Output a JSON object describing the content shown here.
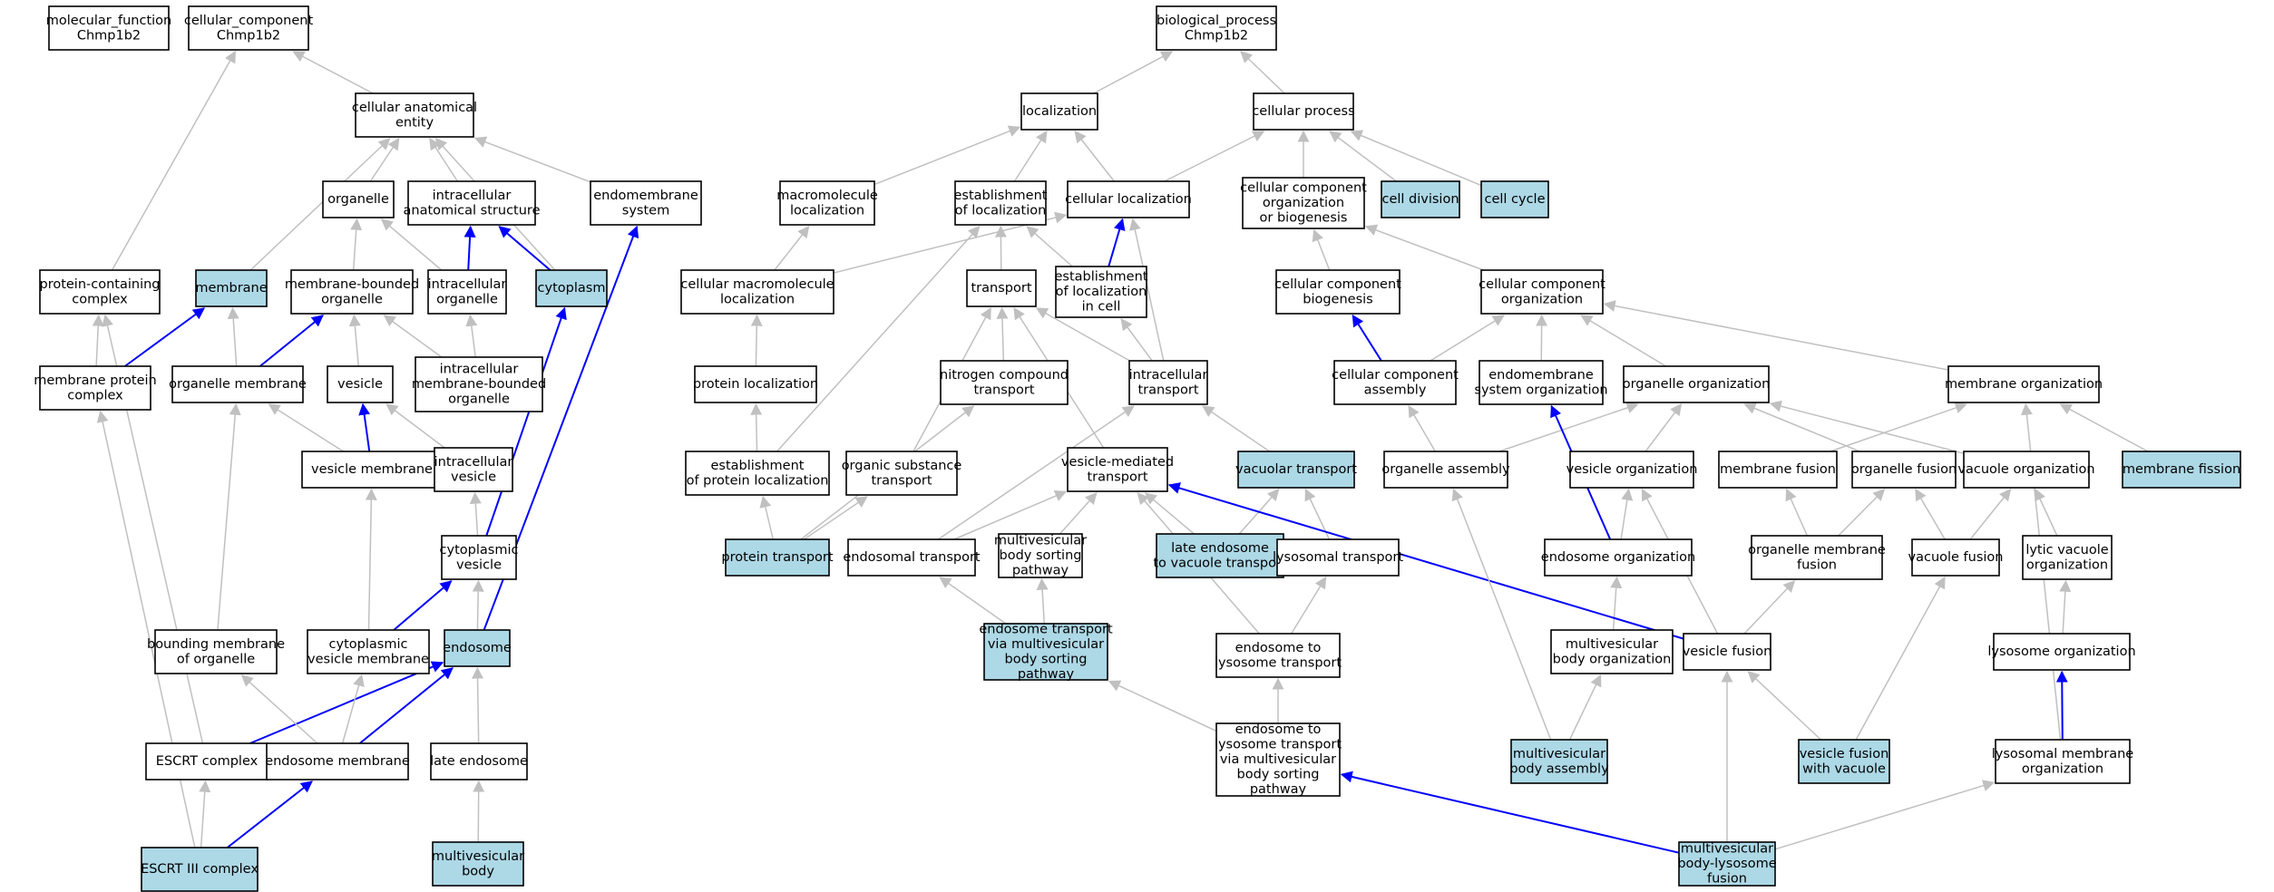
{
  "colors": {
    "highlight_fill": "#add8e6",
    "plain_fill": "#ffffff",
    "border": "#000000",
    "gray_edge": "#c0c0c0",
    "blue_edge": "#0000ff"
  },
  "nodes": [
    {
      "id": "mf",
      "lines": [
        "molecular_function",
        "Chmp1b2"
      ],
      "hl": false
    },
    {
      "id": "cc",
      "lines": [
        "cellular_component",
        "Chmp1b2"
      ],
      "hl": false
    },
    {
      "id": "bp",
      "lines": [
        "biological_process",
        "Chmp1b2"
      ],
      "hl": false
    },
    {
      "id": "cae",
      "lines": [
        "cellular anatomical",
        "entity"
      ],
      "hl": false
    },
    {
      "id": "organelle",
      "lines": [
        "organelle"
      ],
      "hl": false
    },
    {
      "id": "ias",
      "lines": [
        "intracellular",
        "anatomical structure"
      ],
      "hl": false
    },
    {
      "id": "endosys",
      "lines": [
        "endomembrane",
        "system"
      ],
      "hl": false
    },
    {
      "id": "pcc",
      "lines": [
        "protein-containing",
        "complex"
      ],
      "hl": false
    },
    {
      "id": "membrane",
      "lines": [
        "membrane"
      ],
      "hl": true
    },
    {
      "id": "mbo",
      "lines": [
        "membrane-bounded",
        "organelle"
      ],
      "hl": false
    },
    {
      "id": "io",
      "lines": [
        "intracellular",
        "organelle"
      ],
      "hl": false
    },
    {
      "id": "cytoplasm",
      "lines": [
        "cytoplasm"
      ],
      "hl": true
    },
    {
      "id": "mpc",
      "lines": [
        "membrane protein",
        "complex"
      ],
      "hl": false
    },
    {
      "id": "om",
      "lines": [
        "organelle membrane"
      ],
      "hl": false
    },
    {
      "id": "vesicle",
      "lines": [
        "vesicle"
      ],
      "hl": false
    },
    {
      "id": "imbo",
      "lines": [
        "intracellular",
        "membrane-bounded",
        "organelle"
      ],
      "hl": false
    },
    {
      "id": "vm",
      "lines": [
        "vesicle membrane"
      ],
      "hl": false
    },
    {
      "id": "iv",
      "lines": [
        "intracellular",
        "vesicle"
      ],
      "hl": false
    },
    {
      "id": "cv",
      "lines": [
        "cytoplasmic",
        "vesicle"
      ],
      "hl": false
    },
    {
      "id": "bmo",
      "lines": [
        "bounding membrane",
        "of organelle"
      ],
      "hl": false
    },
    {
      "id": "cvm",
      "lines": [
        "cytoplasmic",
        "vesicle membrane"
      ],
      "hl": false
    },
    {
      "id": "endosome",
      "lines": [
        "endosome"
      ],
      "hl": true
    },
    {
      "id": "escrt",
      "lines": [
        "ESCRT complex"
      ],
      "hl": false
    },
    {
      "id": "em",
      "lines": [
        "endosome membrane"
      ],
      "hl": false
    },
    {
      "id": "le",
      "lines": [
        "late endosome"
      ],
      "hl": false
    },
    {
      "id": "escrt3",
      "lines": [
        "ESCRT III complex"
      ],
      "hl": true
    },
    {
      "id": "mvb",
      "lines": [
        "multivesicular",
        "body"
      ],
      "hl": true
    },
    {
      "id": "loc",
      "lines": [
        "localization"
      ],
      "hl": false
    },
    {
      "id": "cp",
      "lines": [
        "cellular process"
      ],
      "hl": false
    },
    {
      "id": "ml",
      "lines": [
        "macromolecule",
        "localization"
      ],
      "hl": false
    },
    {
      "id": "eol",
      "lines": [
        "establishment",
        "of localization"
      ],
      "hl": false
    },
    {
      "id": "cl",
      "lines": [
        "cellular localization"
      ],
      "hl": false
    },
    {
      "id": "ccob",
      "lines": [
        "cellular component",
        "organization",
        "or biogenesis"
      ],
      "hl": false
    },
    {
      "id": "celldiv",
      "lines": [
        "cell division"
      ],
      "hl": true
    },
    {
      "id": "cellcycle",
      "lines": [
        "cell cycle"
      ],
      "hl": true
    },
    {
      "id": "cml",
      "lines": [
        "cellular macromolecule",
        "localization"
      ],
      "hl": false
    },
    {
      "id": "transport",
      "lines": [
        "transport"
      ],
      "hl": false
    },
    {
      "id": "elc",
      "lines": [
        "establishment",
        "of localization",
        "in cell"
      ],
      "hl": false
    },
    {
      "id": "ccb",
      "lines": [
        "cellular component",
        "biogenesis"
      ],
      "hl": false
    },
    {
      "id": "cco",
      "lines": [
        "cellular component",
        "organization"
      ],
      "hl": false
    },
    {
      "id": "pl",
      "lines": [
        "protein localization"
      ],
      "hl": false
    },
    {
      "id": "nct",
      "lines": [
        "nitrogen compound",
        "transport"
      ],
      "hl": false
    },
    {
      "id": "it",
      "lines": [
        "intracellular",
        "transport"
      ],
      "hl": false
    },
    {
      "id": "cca",
      "lines": [
        "cellular component",
        "assembly"
      ],
      "hl": false
    },
    {
      "id": "eso",
      "lines": [
        "endomembrane",
        "system organization"
      ],
      "hl": false
    },
    {
      "id": "oo",
      "lines": [
        "organelle organization"
      ],
      "hl": false
    },
    {
      "id": "mo",
      "lines": [
        "membrane organization"
      ],
      "hl": false
    },
    {
      "id": "epl",
      "lines": [
        "establishment",
        "of protein localization"
      ],
      "hl": false
    },
    {
      "id": "ost",
      "lines": [
        "organic substance",
        "transport"
      ],
      "hl": false
    },
    {
      "id": "vmt",
      "lines": [
        "vesicle-mediated",
        "transport"
      ],
      "hl": false
    },
    {
      "id": "vt",
      "lines": [
        "vacuolar transport"
      ],
      "hl": true
    },
    {
      "id": "oa",
      "lines": [
        "organelle assembly"
      ],
      "hl": false
    },
    {
      "id": "vo",
      "lines": [
        "vesicle organization"
      ],
      "hl": false
    },
    {
      "id": "mfu",
      "lines": [
        "membrane fusion"
      ],
      "hl": false
    },
    {
      "id": "ofu",
      "lines": [
        "organelle fusion"
      ],
      "hl": false
    },
    {
      "id": "vacorg",
      "lines": [
        "vacuole organization"
      ],
      "hl": false
    },
    {
      "id": "mfi",
      "lines": [
        "membrane fission"
      ],
      "hl": true
    },
    {
      "id": "pt",
      "lines": [
        "protein transport"
      ],
      "hl": true
    },
    {
      "id": "et",
      "lines": [
        "endosomal transport"
      ],
      "hl": false
    },
    {
      "id": "mbsp",
      "lines": [
        "multivesicular",
        "body sorting",
        "pathway"
      ],
      "hl": false
    },
    {
      "id": "levt",
      "lines": [
        "late endosome",
        "to vacuole transport"
      ],
      "hl": true
    },
    {
      "id": "lt",
      "lines": [
        "lysosomal transport"
      ],
      "hl": false
    },
    {
      "id": "eorg",
      "lines": [
        "endosome organization"
      ],
      "hl": false
    },
    {
      "id": "omf",
      "lines": [
        "organelle membrane",
        "fusion"
      ],
      "hl": false
    },
    {
      "id": "vf",
      "lines": [
        "vacuole fusion"
      ],
      "hl": false
    },
    {
      "id": "lvo",
      "lines": [
        "lytic vacuole",
        "organization"
      ],
      "hl": false
    },
    {
      "id": "etmvb",
      "lines": [
        "endosome transport",
        "via multivesicular",
        "body sorting",
        "pathway"
      ],
      "hl": true
    },
    {
      "id": "elt",
      "lines": [
        "endosome to",
        "lysosome transport"
      ],
      "hl": false
    },
    {
      "id": "mbo2",
      "lines": [
        "multivesicular",
        "body organization"
      ],
      "hl": false
    },
    {
      "id": "vfu",
      "lines": [
        "vesicle fusion"
      ],
      "hl": false
    },
    {
      "id": "lo",
      "lines": [
        "lysosome organization"
      ],
      "hl": false
    },
    {
      "id": "eltmvb",
      "lines": [
        "endosome to",
        "lysosome transport",
        "via multivesicular",
        "body sorting",
        "pathway"
      ],
      "hl": false
    },
    {
      "id": "mba",
      "lines": [
        "multivesicular",
        "body assembly"
      ],
      "hl": true
    },
    {
      "id": "vfv",
      "lines": [
        "vesicle fusion",
        "with vacuole"
      ],
      "hl": true
    },
    {
      "id": "lmo",
      "lines": [
        "lysosomal membrane",
        "organization"
      ],
      "hl": false
    },
    {
      "id": "mblf",
      "lines": [
        "multivesicular",
        "body-lysosome",
        "fusion"
      ],
      "hl": true
    }
  ],
  "edges": [
    {
      "from": "cae",
      "to": "cc",
      "color": "gray"
    },
    {
      "from": "pcc",
      "to": "cc",
      "color": "gray"
    },
    {
      "from": "organelle",
      "to": "cae",
      "color": "gray"
    },
    {
      "from": "ias",
      "to": "cae",
      "color": "gray"
    },
    {
      "from": "endosys",
      "to": "cae",
      "color": "gray"
    },
    {
      "from": "membrane",
      "to": "cae",
      "color": "gray"
    },
    {
      "from": "cytoplasm",
      "to": "cae",
      "color": "gray"
    },
    {
      "from": "cytoplasm",
      "to": "ias",
      "color": "blue"
    },
    {
      "from": "io",
      "to": "ias",
      "color": "blue"
    },
    {
      "from": "io",
      "to": "organelle",
      "color": "gray"
    },
    {
      "from": "mbo",
      "to": "organelle",
      "color": "gray"
    },
    {
      "from": "mpc",
      "to": "membrane",
      "color": "blue"
    },
    {
      "from": "mpc",
      "to": "pcc",
      "color": "gray"
    },
    {
      "from": "om",
      "to": "mbo",
      "color": "blue"
    },
    {
      "from": "om",
      "to": "membrane",
      "color": "gray"
    },
    {
      "from": "vesicle",
      "to": "mbo",
      "color": "gray"
    },
    {
      "from": "imbo",
      "to": "mbo",
      "color": "gray"
    },
    {
      "from": "imbo",
      "to": "io",
      "color": "gray"
    },
    {
      "from": "vm",
      "to": "vesicle",
      "color": "blue"
    },
    {
      "from": "vm",
      "to": "om",
      "color": "gray"
    },
    {
      "from": "iv",
      "to": "vesicle",
      "color": "gray"
    },
    {
      "from": "cv",
      "to": "iv",
      "color": "gray"
    },
    {
      "from": "cv",
      "to": "cytoplasm",
      "color": "blue"
    },
    {
      "from": "bmo",
      "to": "om",
      "color": "gray"
    },
    {
      "from": "cvm",
      "to": "cv",
      "color": "blue"
    },
    {
      "from": "cvm",
      "to": "vm",
      "color": "gray"
    },
    {
      "from": "endosome",
      "to": "cv",
      "color": "gray"
    },
    {
      "from": "endosome",
      "to": "endosys",
      "color": "blue"
    },
    {
      "from": "escrt",
      "to": "endosome",
      "color": "blue"
    },
    {
      "from": "escrt",
      "to": "pcc",
      "color": "gray"
    },
    {
      "from": "em",
      "to": "endosome",
      "color": "blue"
    },
    {
      "from": "em",
      "to": "bmo",
      "color": "gray"
    },
    {
      "from": "em",
      "to": "cvm",
      "color": "gray"
    },
    {
      "from": "le",
      "to": "endosome",
      "color": "gray"
    },
    {
      "from": "escrt3",
      "to": "escrt",
      "color": "gray"
    },
    {
      "from": "escrt3",
      "to": "em",
      "color": "blue"
    },
    {
      "from": "escrt3",
      "to": "mpc",
      "color": "gray"
    },
    {
      "from": "mvb",
      "to": "le",
      "color": "gray"
    },
    {
      "from": "loc",
      "to": "bp",
      "color": "gray"
    },
    {
      "from": "cp",
      "to": "bp",
      "color": "gray"
    },
    {
      "from": "ml",
      "to": "loc",
      "color": "gray"
    },
    {
      "from": "eol",
      "to": "loc",
      "color": "gray"
    },
    {
      "from": "cl",
      "to": "loc",
      "color": "gray"
    },
    {
      "from": "cl",
      "to": "cp",
      "color": "gray"
    },
    {
      "from": "ccob",
      "to": "cp",
      "color": "gray"
    },
    {
      "from": "celldiv",
      "to": "cp",
      "color": "gray"
    },
    {
      "from": "cellcycle",
      "to": "cp",
      "color": "gray"
    },
    {
      "from": "cml",
      "to": "ml",
      "color": "gray"
    },
    {
      "from": "cml",
      "to": "cl",
      "color": "gray"
    },
    {
      "from": "transport",
      "to": "eol",
      "color": "gray"
    },
    {
      "from": "elc",
      "to": "eol",
      "color": "gray"
    },
    {
      "from": "elc",
      "to": "cl",
      "color": "blue"
    },
    {
      "from": "ccb",
      "to": "ccob",
      "color": "gray"
    },
    {
      "from": "cco",
      "to": "ccob",
      "color": "gray"
    },
    {
      "from": "pl",
      "to": "cml",
      "color": "gray"
    },
    {
      "from": "nct",
      "to": "transport",
      "color": "gray"
    },
    {
      "from": "it",
      "to": "transport",
      "color": "gray"
    },
    {
      "from": "it",
      "to": "elc",
      "color": "gray"
    },
    {
      "from": "it",
      "to": "cl",
      "color": "gray"
    },
    {
      "from": "cca",
      "to": "ccb",
      "color": "blue"
    },
    {
      "from": "cca",
      "to": "cco",
      "color": "gray"
    },
    {
      "from": "eso",
      "to": "cco",
      "color": "gray"
    },
    {
      "from": "oo",
      "to": "cco",
      "color": "gray"
    },
    {
      "from": "mo",
      "to": "cco",
      "color": "gray"
    },
    {
      "from": "epl",
      "to": "pl",
      "color": "gray"
    },
    {
      "from": "epl",
      "to": "eol",
      "color": "gray"
    },
    {
      "from": "ost",
      "to": "transport",
      "color": "gray"
    },
    {
      "from": "vmt",
      "to": "transport",
      "color": "gray"
    },
    {
      "from": "vt",
      "to": "it",
      "color": "gray"
    },
    {
      "from": "oa",
      "to": "cca",
      "color": "gray"
    },
    {
      "from": "oa",
      "to": "oo",
      "color": "gray"
    },
    {
      "from": "vo",
      "to": "oo",
      "color": "gray"
    },
    {
      "from": "ofu",
      "to": "oo",
      "color": "gray"
    },
    {
      "from": "vacorg",
      "to": "oo",
      "color": "gray"
    },
    {
      "from": "mfu",
      "to": "mo",
      "color": "gray"
    },
    {
      "from": "mfi",
      "to": "mo",
      "color": "gray"
    },
    {
      "from": "pt",
      "to": "epl",
      "color": "gray"
    },
    {
      "from": "pt",
      "to": "ost",
      "color": "gray"
    },
    {
      "from": "pt",
      "to": "nct",
      "color": "gray"
    },
    {
      "from": "et",
      "to": "vmt",
      "color": "gray"
    },
    {
      "from": "et",
      "to": "it",
      "color": "gray"
    },
    {
      "from": "mbsp",
      "to": "vmt",
      "color": "gray"
    },
    {
      "from": "levt",
      "to": "vt",
      "color": "gray"
    },
    {
      "from": "levt",
      "to": "vmt",
      "color": "gray"
    },
    {
      "from": "lt",
      "to": "vt",
      "color": "gray"
    },
    {
      "from": "eorg",
      "to": "vo",
      "color": "gray"
    },
    {
      "from": "eorg",
      "to": "eso",
      "color": "blue"
    },
    {
      "from": "omf",
      "to": "mfu",
      "color": "gray"
    },
    {
      "from": "omf",
      "to": "ofu",
      "color": "gray"
    },
    {
      "from": "vf",
      "to": "ofu",
      "color": "gray"
    },
    {
      "from": "vf",
      "to": "vacorg",
      "color": "gray"
    },
    {
      "from": "lvo",
      "to": "vacorg",
      "color": "gray"
    },
    {
      "from": "etmvb",
      "to": "et",
      "color": "gray"
    },
    {
      "from": "etmvb",
      "to": "mbsp",
      "color": "gray"
    },
    {
      "from": "elt",
      "to": "lt",
      "color": "gray"
    },
    {
      "from": "elt",
      "to": "vmt",
      "color": "gray"
    },
    {
      "from": "mbo2",
      "to": "eorg",
      "color": "gray"
    },
    {
      "from": "vfu",
      "to": "omf",
      "color": "gray"
    },
    {
      "from": "vfu",
      "to": "vo",
      "color": "gray"
    },
    {
      "from": "vfu",
      "to": "vmt",
      "color": "blue"
    },
    {
      "from": "lo",
      "to": "lvo",
      "color": "gray"
    },
    {
      "from": "eltmvb",
      "to": "etmvb",
      "color": "gray"
    },
    {
      "from": "eltmvb",
      "to": "elt",
      "color": "gray"
    },
    {
      "from": "mba",
      "to": "mbo2",
      "color": "gray"
    },
    {
      "from": "mba",
      "to": "oa",
      "color": "gray"
    },
    {
      "from": "vfv",
      "to": "vfu",
      "color": "gray"
    },
    {
      "from": "vfv",
      "to": "vf",
      "color": "gray"
    },
    {
      "from": "lmo",
      "to": "lo",
      "color": "blue"
    },
    {
      "from": "lmo",
      "to": "mo",
      "color": "gray"
    },
    {
      "from": "mblf",
      "to": "lmo",
      "color": "gray"
    },
    {
      "from": "mblf",
      "to": "vfu",
      "color": "gray"
    },
    {
      "from": "mblf",
      "to": "eltmvb",
      "color": "blue"
    }
  ]
}
